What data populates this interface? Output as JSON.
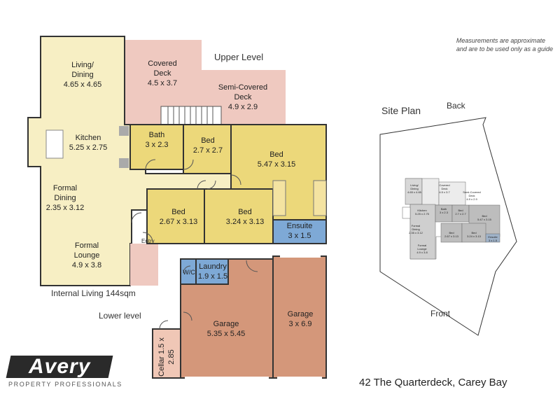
{
  "note": {
    "line1": "Measurements are approximate",
    "line2": "and are to be used only as a guide"
  },
  "levels": {
    "upper": "Upper Level",
    "lower": "Lower level"
  },
  "internal_living": "Internal Living 144sqm",
  "address": "42 The Quarterdeck, Carey Bay",
  "site_plan": {
    "title": "Site Plan",
    "back": "Back",
    "front": "Front"
  },
  "brand": {
    "name": "Avery",
    "tagline": "PROPERTY PROFESSIONALS"
  },
  "entry_label": "Entry",
  "rooms": {
    "living": {
      "name": "Living/\nDining",
      "dim": "4.65 x 4.65"
    },
    "covered_deck": {
      "name": "Covered\nDeck",
      "dim": "4.5 x 3.7"
    },
    "semi_deck": {
      "name": "Semi-Covered\nDeck",
      "dim": "4.9 x 2.9"
    },
    "kitchen": {
      "name": "Kitchen",
      "dim": "5.25 x 2.75"
    },
    "bath": {
      "name": "Bath",
      "dim": "3 x 2.3"
    },
    "bed_small": {
      "name": "Bed",
      "dim": "2.7 x 2.7"
    },
    "bed_large": {
      "name": "Bed",
      "dim": "5.47 x 3.15"
    },
    "formal_dining": {
      "name": "Formal\nDining",
      "dim": "2.35 x 3.12"
    },
    "bed_a": {
      "name": "Bed",
      "dim": "2.67 x 3.13"
    },
    "bed_b": {
      "name": "Bed",
      "dim": "3.24 x 3.13"
    },
    "ensuite": {
      "name": "Ensuite",
      "dim": "3 x 1.5"
    },
    "formal_lounge": {
      "name": "Formal\nLounge",
      "dim": "4.9 x 3.8"
    },
    "wc": {
      "name": "W/C",
      "dim": ""
    },
    "laundry": {
      "name": "Laundry",
      "dim": "1.9 x 1.5"
    },
    "garage_main": {
      "name": "Garage",
      "dim": "5.35 x 5.45"
    },
    "garage_side": {
      "name": "Garage",
      "dim": "3 x 6.9"
    },
    "cellar": {
      "name": "Cellar",
      "dim": "1.5 x 2.85"
    }
  },
  "mini_rooms": {
    "living": "Living/\nDining\n4.65 x 4.65",
    "covered": "Covered\nDeck\n4.5 x 3.7",
    "semi": "Semi-Covered\nDeck\n4.9 x 2.9",
    "kitchen": "Kitchen\n5.25 x 2.75",
    "bath": "Bath\n3 x 2.3",
    "bed1": "Bed\n2.7 x 2.7",
    "bed2": "Bed\n5.47 x 3.15",
    "dining": "Formal\nDining\n2.35 x 3.12",
    "lounge": "Formal\nLounge\n4.9 x 3.8",
    "bed3": "Bed\n2.67 x 3.13",
    "bed4": "Bed\n3.24 x 3.13",
    "ens": "Ensuite\n3 x 1.5"
  },
  "colors": {
    "living": "#f7efc4",
    "bed": "#ecd87a",
    "deck": "#efc9c0",
    "wet": "#7ea9d6",
    "garage": "#d4977a",
    "wall": "#333333"
  }
}
